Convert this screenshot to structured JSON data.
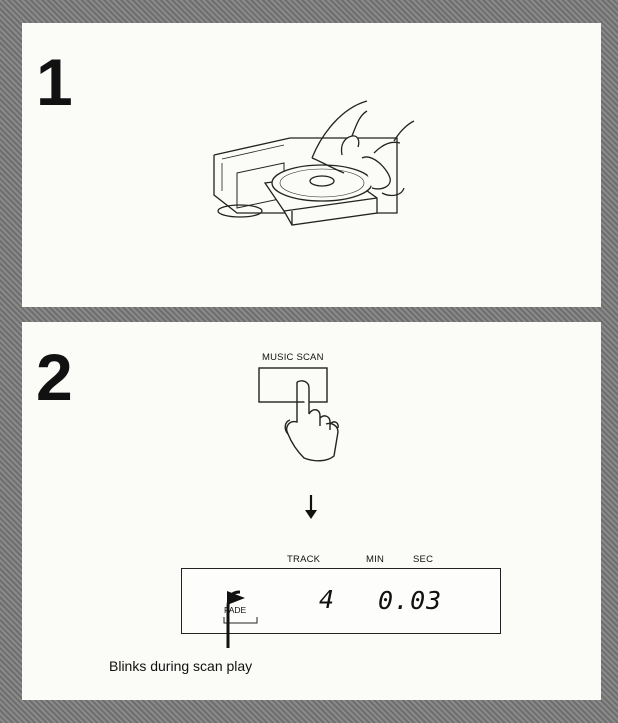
{
  "steps": [
    {
      "number": "1"
    },
    {
      "number": "2"
    }
  ],
  "button_label": "MUSIC SCAN",
  "display": {
    "track_label": "TRACK",
    "min_label": "MIN",
    "sec_label": "SEC",
    "fade_label": "FADE",
    "track_value": "4",
    "time_value": "0.03"
  },
  "caption": "Blinks during scan play",
  "icons": [
    "cd-tray-illustration",
    "finger-press-icon",
    "down-arrow-icon",
    "play-indicator-icon"
  ],
  "colors": {
    "background": "#fbfbf8",
    "frame": "#7d7d7d",
    "ink": "#111111"
  }
}
